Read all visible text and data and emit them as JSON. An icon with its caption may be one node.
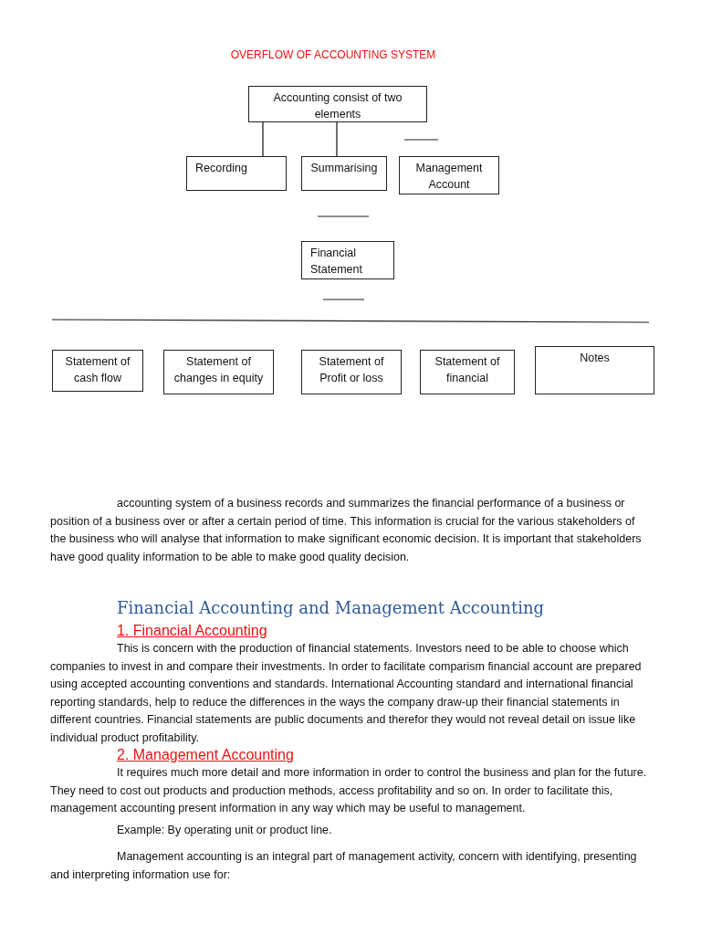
{
  "diagram": {
    "title": "OVERFLOW OF ACCOUNTING SYSTEM",
    "nodes": [
      {
        "text": [
          "Accounting consist of two elements"
        ]
      },
      {
        "text": [
          "Recording"
        ]
      },
      {
        "text": [
          "Summarising"
        ]
      },
      {
        "text": [
          "Management Account"
        ]
      },
      {
        "text": [
          "Financial Statement"
        ]
      },
      {
        "text": [
          "Statement of cash flow"
        ]
      },
      {
        "text": [
          "Statement of changes in equity"
        ]
      },
      {
        "text": [
          "Statement of Profit or loss"
        ]
      },
      {
        "text": [
          "Statement of financial"
        ]
      },
      {
        "text": [
          "Notes"
        ]
      }
    ],
    "edges": [
      {
        "from": 0,
        "to": 1,
        "arrow": "none"
      },
      {
        "from": 0,
        "to": 2,
        "arrow": "none"
      }
    ],
    "labels": [
      "accounting system of a business records and summarizes the financial performance of a business or position of a business over or after a certain period of time. This information is crucial for the various stakeholders of the business who will analyse that information to make significant economic decision. It is important that stakeholders have good quality information to be able to make good quality decision.",
      "Financial Accounting and Management Accounting",
      "1. Financial Accounting",
      "This is concern with the production of financial statements. Investors need to be able to choose which companies to invest in and compare their investments. In order to facilitate comparism financial account are prepared using accepted accounting conventions and standards. International Accounting standard and international financial reporting standards, help to reduce the differences in the ways the company draw-up their financial statements in different countries. Financial statements are public documents and therefor they would not reveal detail on issue like individual product profitability.",
      "2. Management Accounting",
      "It requires much more detail and more information in order to control the business and plan for the future. They need to cost out products and production methods, access profitability and so on. In order to facilitate this, management accounting present information in any way which may be useful to management.",
      "Example: By operating unit or product line.",
      "Management accounting is an integral part of management activity, concern with identifying, presenting and interpreting information use for:"
    ]
  }
}
